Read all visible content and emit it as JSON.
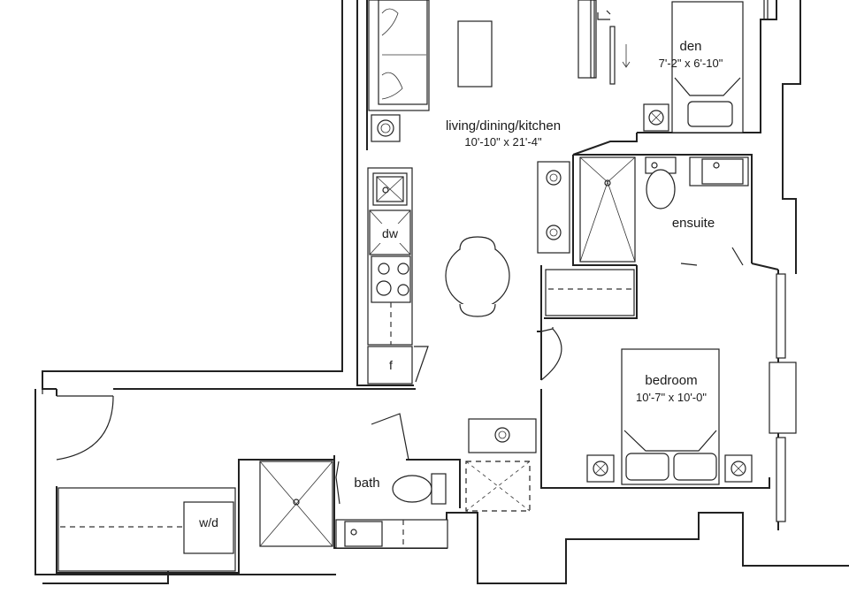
{
  "rooms": {
    "den": {
      "name": "den",
      "size": "7'-2\" x 6'-10\""
    },
    "living": {
      "name": "living/dining/kitchen",
      "size": "10'-10\" x 21'-4\""
    },
    "ensuite": {
      "name": "ensuite"
    },
    "bedroom": {
      "name": "bedroom",
      "size": "10'-7\" x 10'-0\""
    },
    "bath": {
      "name": "bath"
    }
  },
  "fixtures": {
    "dishwasher": "dw",
    "fridge": "f",
    "washer_dryer": "w/d"
  },
  "colors": {
    "line": "#222222",
    "background": "#ffffff"
  }
}
